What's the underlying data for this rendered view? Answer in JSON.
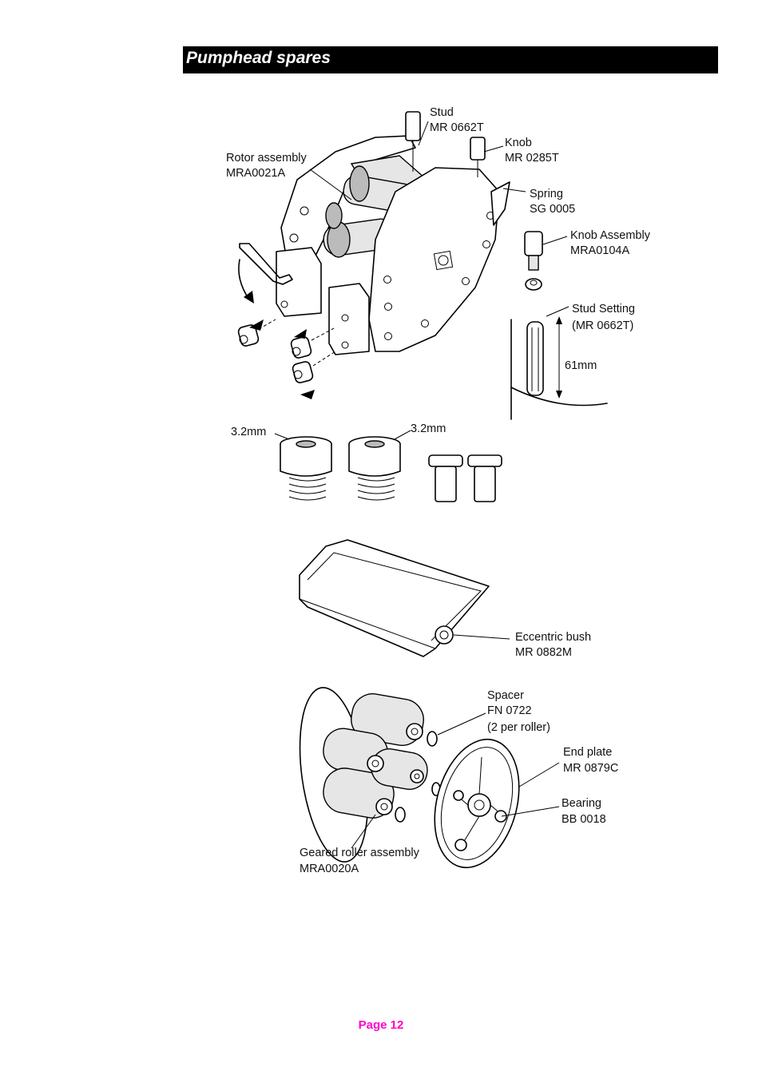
{
  "header": {
    "title": "Pumphead spares"
  },
  "labels": {
    "stud": [
      "Stud",
      "MR 0662T"
    ],
    "knob": [
      "Knob",
      "MR 0285T"
    ],
    "rotor": [
      "Rotor assembly",
      "MRA0021A"
    ],
    "spring": [
      "Spring",
      "SG 0005"
    ],
    "knob_assembly": [
      "Knob Assembly",
      "MRA0104A"
    ],
    "stud_setting": [
      "Stud Setting",
      "(MR 0662T)"
    ],
    "dimension_61": "61mm",
    "dim_left": "3.2mm",
    "dim_right": "3.2mm",
    "eccentric_bush": [
      "Eccentric bush",
      "MR 0882M"
    ],
    "spacer": [
      "Spacer",
      "FN 0722",
      "(2 per roller)"
    ],
    "end_plate": [
      "End plate",
      "MR 0879C"
    ],
    "bearing": [
      "Bearing",
      "BB 0018"
    ],
    "geared_roller": [
      "Geared roller assembly",
      "MRA0020A"
    ]
  },
  "footer": {
    "page": "Page 12"
  }
}
